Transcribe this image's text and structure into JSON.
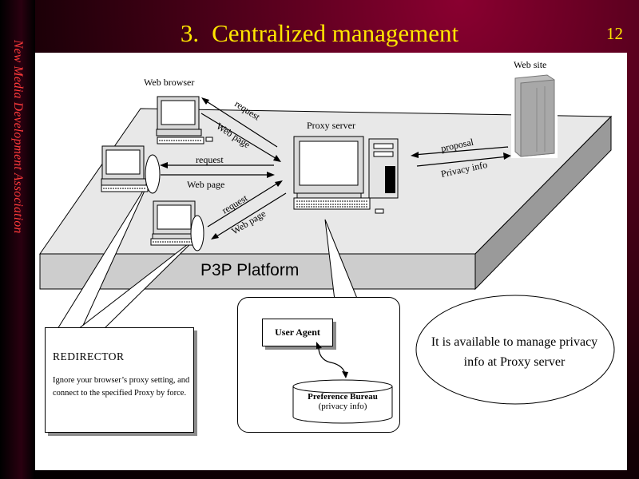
{
  "slide": {
    "title_number": "3.",
    "title": "Centralized management",
    "page_number": "12",
    "side_text": "New Media Development Association"
  },
  "diagram": {
    "platform_label": "P3P Platform",
    "web_browser_label": "Web browser",
    "proxy_server_label": "Proxy server",
    "web_site_label": "Web site",
    "arrows": {
      "top_request": "request",
      "top_web_page": "Web page",
      "middle_request": "request",
      "middle_web_page": "Web page",
      "bottom_request": "request",
      "bottom_web_page": "Web page",
      "proposal": "proposal",
      "privacy_info": "Privacy info"
    },
    "redirector": {
      "title": "REDIRECTOR",
      "body": "Ignore your browser’s proxy setting, and connect to the specified Proxy by force."
    },
    "agent": {
      "user_agent": "User Agent",
      "preference_bureau": "Preference Bureau",
      "preference_bureau_sub": "(privacy info)"
    },
    "note": "It is available to manage privacy info at Proxy server"
  },
  "colors": {
    "title": "#ffe600",
    "side_text": "#ff3b3b",
    "background": "#4a0018",
    "platform_top": "#e6e6e6",
    "platform_side": "#c8c8c8"
  }
}
